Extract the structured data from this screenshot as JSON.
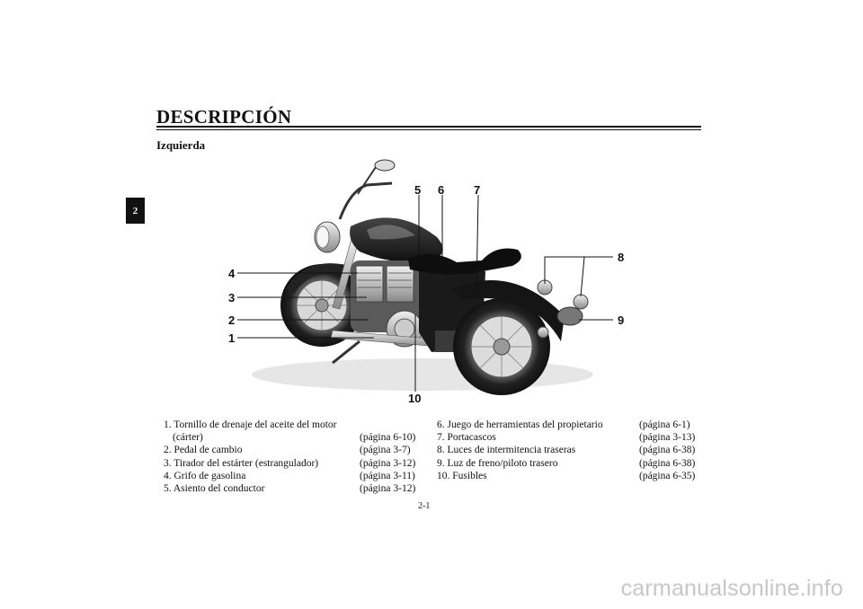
{
  "header": {
    "title": "DESCRIPCIÓN",
    "subtitle": "Izquierda"
  },
  "section_tab": "2",
  "callouts": [
    "1",
    "2",
    "3",
    "4",
    "5",
    "6",
    "7",
    "8",
    "9",
    "10"
  ],
  "parts_left": [
    {
      "label": "1. Tornillo de drenaje del aceite del motor",
      "page": ""
    },
    {
      "label": "(cárter)",
      "page": "(página 6-10)"
    },
    {
      "label": "2. Pedal de cambio",
      "page": "(página 3-7)"
    },
    {
      "label": "3. Tirador del estárter (estrangulador)",
      "page": "(página 3-12)"
    },
    {
      "label": "4. Grifo de gasolina",
      "page": "(página 3-11)"
    },
    {
      "label": "5. Asiento del conductor",
      "page": "(página 3-12)"
    }
  ],
  "parts_right": [
    {
      "label": "6. Juego de herramientas del propietario",
      "page": "(página 6-1)"
    },
    {
      "label": "7. Portacascos",
      "page": "(página 3-13)"
    },
    {
      "label": "8. Luces de intermitencia traseras",
      "page": "(página 6-38)"
    },
    {
      "label": "9. Luz de freno/piloto trasero",
      "page": "(página 6-38)"
    },
    {
      "label": "10. Fusibles",
      "page": "(página 6-35)"
    }
  ],
  "page_number": "2-1",
  "watermark": "carmanualsonline.info"
}
